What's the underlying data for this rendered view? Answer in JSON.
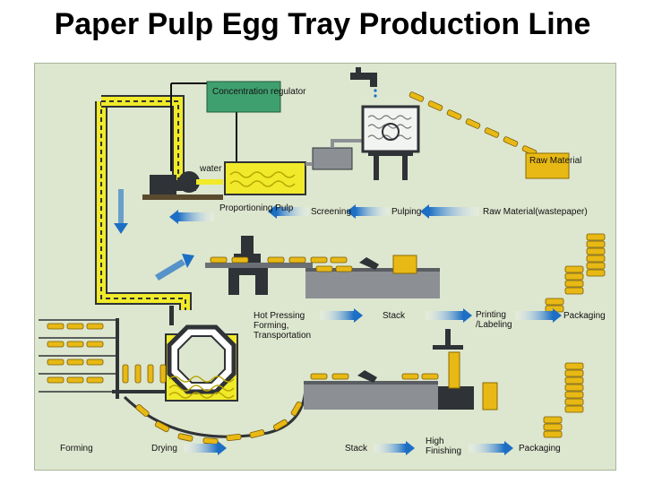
{
  "title": "Paper Pulp Egg Tray Production Line",
  "colors": {
    "panel_bg": "#dde6cf",
    "pulp_yellow": "#f0ea2a",
    "tray_gold": "#e8b915",
    "machine_dark": "#2f3236",
    "machine_gray": "#8c9095",
    "regulator_green": "#3fa06f",
    "arrow_blue": "#1c6fc4",
    "pipe_brown": "#5a4a2e"
  },
  "labels": {
    "concentration_regulator": "Concentration regulator",
    "water": "water",
    "raw_material_box": "Raw Material",
    "raw_material_wastepaper": "Raw Material(wastepaper)",
    "pulping": "Pulping",
    "screening": "Screening",
    "proportioning_pulp": "Proportioning Pulp",
    "hot_pressing": "Hot Pressing Forming, Transportation",
    "stack_top": "Stack",
    "printing_labeling": "Printing /Labeling",
    "packaging_top": "Packaging",
    "forming": "Forming",
    "drying": "Drying",
    "stack_bottom": "Stack",
    "high_finishing": "High Finishing",
    "packaging_bottom": "Packaging"
  },
  "icons": [
    "water-tap-icon",
    "gear-icon",
    "flow-arrow-icon"
  ]
}
